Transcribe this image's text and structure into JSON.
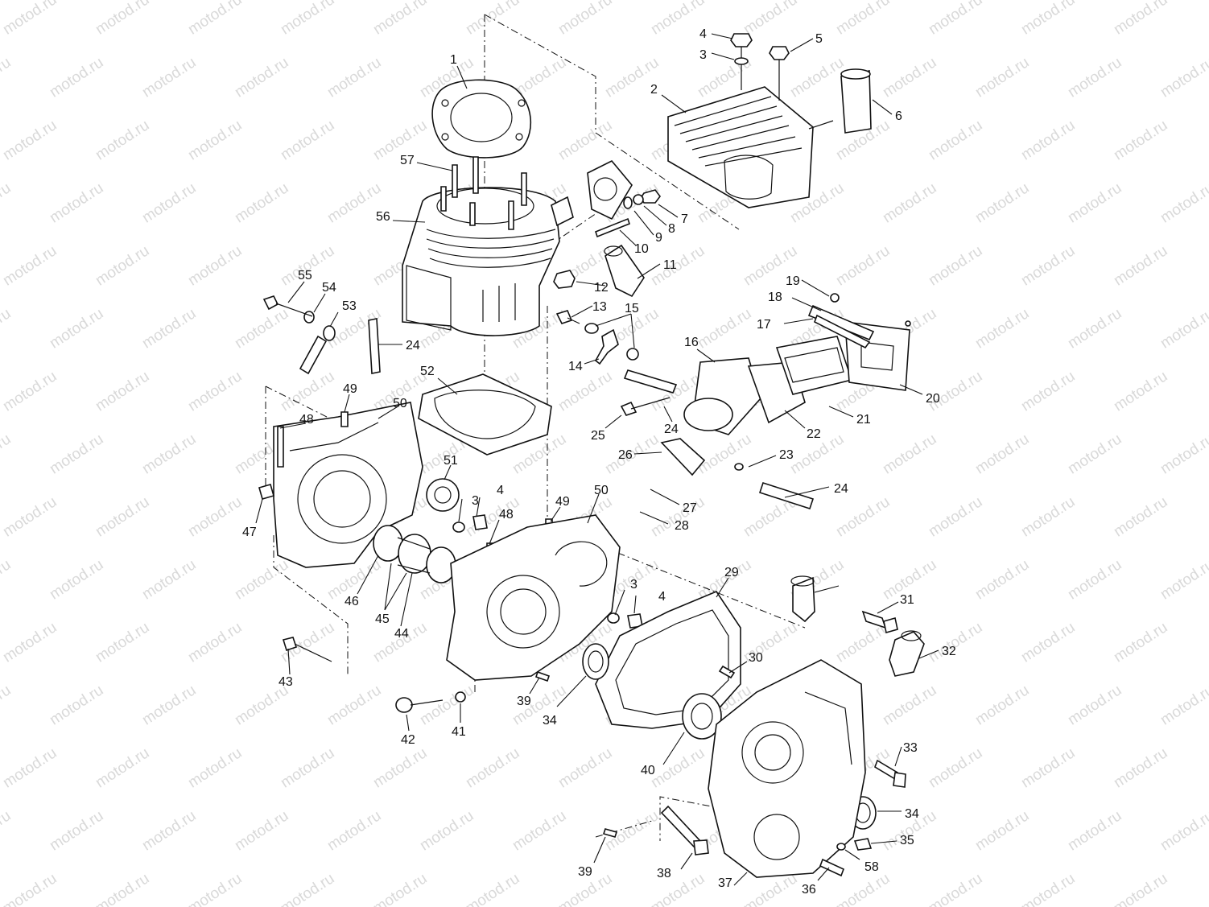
{
  "watermark": {
    "text": "motod.ru",
    "color": "#d9d9d9"
  },
  "callouts": [
    "1",
    "2",
    "3",
    "4",
    "5",
    "6",
    "7",
    "8",
    "9",
    "10",
    "11",
    "12",
    "13",
    "14",
    "15",
    "16",
    "17",
    "18",
    "19",
    "20",
    "21",
    "22",
    "23",
    "24",
    "25",
    "26",
    "27",
    "28",
    "29",
    "30",
    "31",
    "32",
    "33",
    "34",
    "35",
    "36",
    "37",
    "38",
    "39",
    "40",
    "41",
    "42",
    "43",
    "44",
    "45",
    "46",
    "47",
    "48",
    "49",
    "50",
    "51",
    "52",
    "53",
    "54",
    "55",
    "56",
    "57",
    "58"
  ]
}
